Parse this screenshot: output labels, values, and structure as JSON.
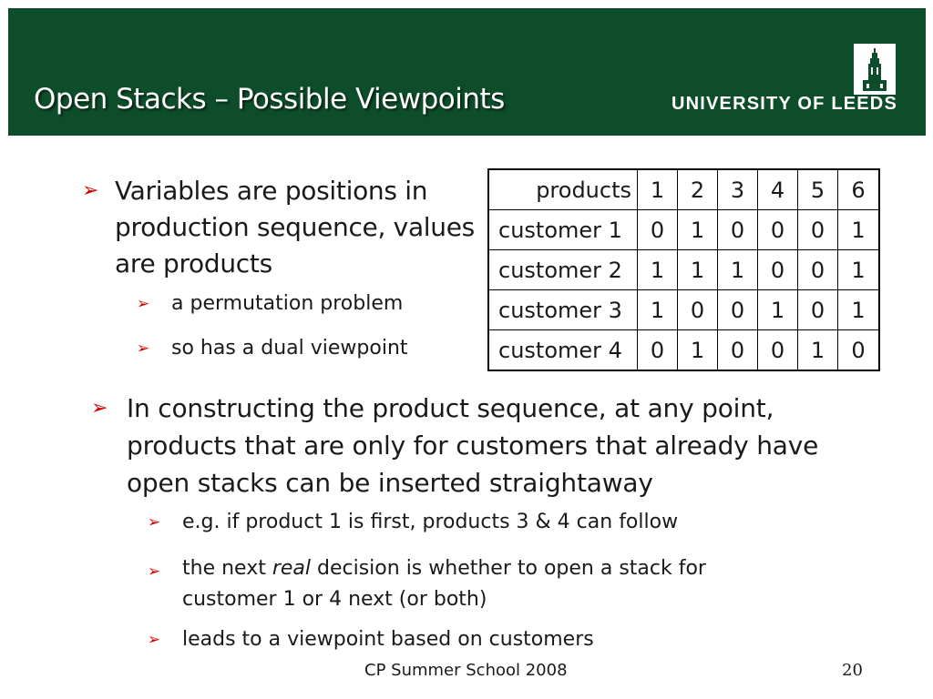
{
  "slide": {
    "title": "Open Stacks – Possible Viewpoints",
    "logo_text": "UNIVERSITY OF LEEDS",
    "bullet_glyph": "➢",
    "bullet1": "Variables are positions in production sequence, values are products",
    "bullet1_sub": [
      "a permutation problem",
      "so has a dual viewpoint"
    ],
    "bullet2": "In constructing the product sequence, at any point, products that are only for customers that already have open stacks can be inserted straightaway",
    "bullet2_sub1": "e.g. if product 1 is first, products 3 & 4 can follow",
    "bullet2_sub2_pre": "the next ",
    "bullet2_sub2_em": "real",
    "bullet2_sub2_post": " decision is whether to open a stack for customer 1 or 4 next (or both)",
    "bullet2_sub3": "leads to a viewpoint based on customers",
    "footer": "CP Summer School 2008",
    "page_number": "20",
    "colors": {
      "header_bg": "#0e4d2a",
      "bullet": "#d40000"
    }
  },
  "table": {
    "header_label": "products",
    "products": [
      "1",
      "2",
      "3",
      "4",
      "5",
      "6"
    ],
    "rows": [
      {
        "label": "customer 1",
        "values": [
          "0",
          "1",
          "0",
          "0",
          "0",
          "1"
        ]
      },
      {
        "label": "customer 2",
        "values": [
          "1",
          "1",
          "1",
          "0",
          "0",
          "1"
        ]
      },
      {
        "label": "customer 3",
        "values": [
          "1",
          "0",
          "0",
          "1",
          "0",
          "1"
        ]
      },
      {
        "label": "customer 4",
        "values": [
          "0",
          "1",
          "0",
          "0",
          "1",
          "0"
        ]
      }
    ]
  }
}
